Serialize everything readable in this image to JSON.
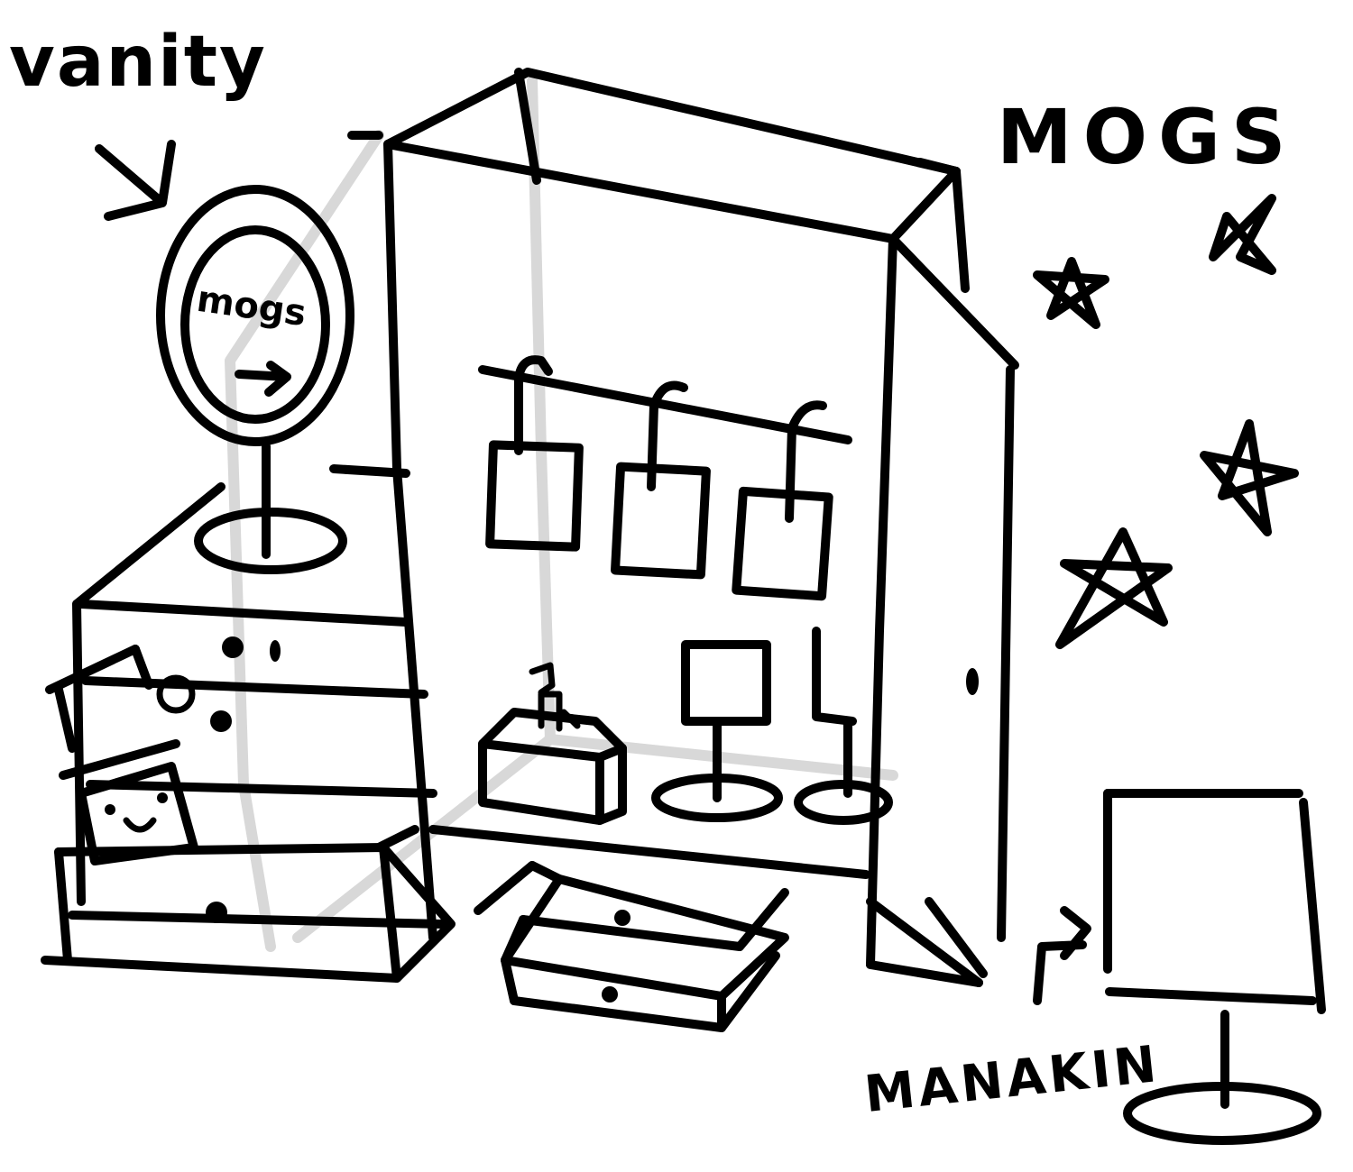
{
  "labels": {
    "vanity": "vanity",
    "mogs": "MOGS",
    "mirror_text": "mogs",
    "manakin": "MANAKIN"
  },
  "colors": {
    "ink": "#000000",
    "guide": "#d8d8d8",
    "paper": "#ffffff"
  }
}
